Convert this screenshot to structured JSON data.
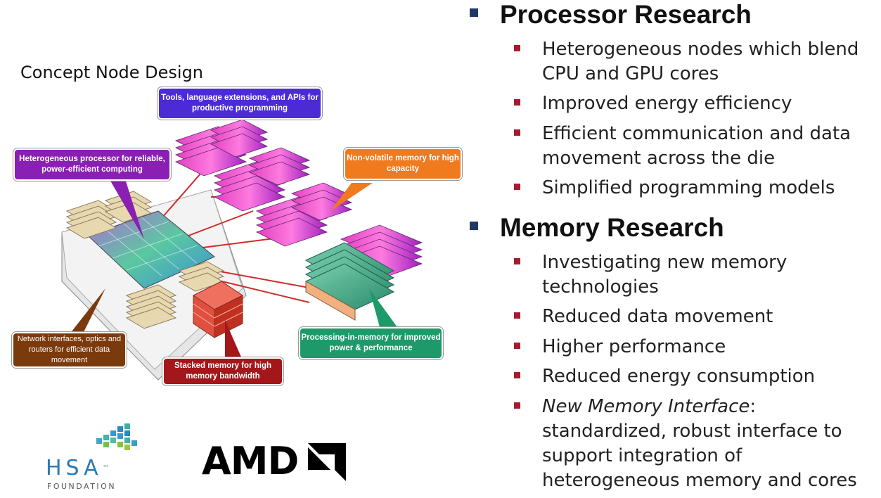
{
  "concept_title": "Concept Node Design",
  "callouts": {
    "tools": "Tools, language extensions, and APIs for productive programming",
    "hetero": "Heterogeneous processor for reliable, power-efficient computing",
    "nonvolatile": "Non-volatile memory for high capacity",
    "network": "Network interfaces, optics and routers for efficient data movement",
    "stacked": "Stacked memory for high memory bandwidth",
    "pim": "Processing-in-memory for improved power & performance"
  },
  "colors": {
    "tools": "#4b2bd6",
    "hetero": "#8a1fb4",
    "nonvolatile": "#f07a1e",
    "network": "#7a3a0c",
    "stacked": "#a3161a",
    "pim": "#1e9a6a",
    "bullet_main": "#1f3864",
    "bullet_sub": "#a51c30"
  },
  "processor": {
    "heading": "Processor Research",
    "items": [
      "Heterogeneous nodes which blend CPU and GPU cores",
      "Improved energy efficiency",
      "Efficient communication and data movement across the die",
      "Simplified programming models"
    ]
  },
  "memory": {
    "heading": "Memory Research",
    "items": [
      "Investigating new memory technologies",
      "Reduced data movement",
      "Higher performance",
      "Reduced energy consumption"
    ],
    "last_item_emphasis": "New Memory Interface",
    "last_item_rest": ": standardized, robust interface to support integration of heterogeneous memory and cores"
  },
  "logos": {
    "hsa_text": "HSA",
    "hsa_tm": "™",
    "hsa_sub": "FOUNDATION",
    "amd_text": "AMD"
  }
}
